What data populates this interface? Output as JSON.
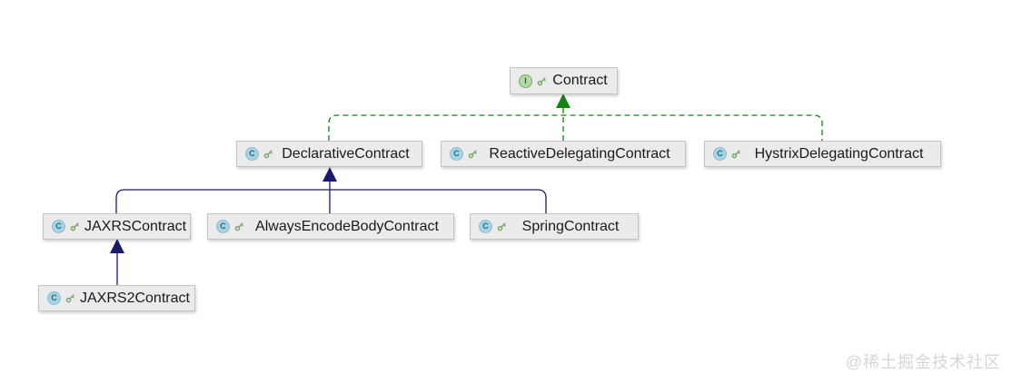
{
  "nodes": [
    {
      "id": "contract",
      "label": "Contract",
      "kind": "interface"
    },
    {
      "id": "declarative",
      "label": "DeclarativeContract",
      "kind": "class"
    },
    {
      "id": "reactive",
      "label": "ReactiveDelegatingContract",
      "kind": "class"
    },
    {
      "id": "hystrix",
      "label": "HystrixDelegatingContract",
      "kind": "class"
    },
    {
      "id": "jaxrs",
      "label": "JAXRSContract",
      "kind": "class"
    },
    {
      "id": "alwaysencode",
      "label": "AlwaysEncodeBodyContract",
      "kind": "class"
    },
    {
      "id": "spring",
      "label": "SpringContract",
      "kind": "class"
    },
    {
      "id": "jaxrs2",
      "label": "JAXRS2Contract",
      "kind": "class"
    }
  ],
  "edges": [
    {
      "from": "DeclarativeContract",
      "to": "Contract",
      "type": "realization"
    },
    {
      "from": "ReactiveDelegatingContract",
      "to": "Contract",
      "type": "realization"
    },
    {
      "from": "HystrixDelegatingContract",
      "to": "Contract",
      "type": "realization"
    },
    {
      "from": "JAXRSContract",
      "to": "DeclarativeContract",
      "type": "generalization"
    },
    {
      "from": "AlwaysEncodeBodyContract",
      "to": "DeclarativeContract",
      "type": "generalization"
    },
    {
      "from": "SpringContract",
      "to": "DeclarativeContract",
      "type": "generalization"
    },
    {
      "from": "JAXRS2Contract",
      "to": "JAXRSContract",
      "type": "generalization"
    }
  ],
  "icons": {
    "class_glyph": "C",
    "interface_glyph": "I",
    "key_icon": "visibility-key-icon"
  },
  "colors": {
    "realization_edge": "#128312",
    "generalization_edge": "#1a1a70",
    "node_fill": "#ebebeb",
    "node_border": "#c4c4c4",
    "class_icon_fill": "#a8d2e0",
    "class_icon_letter": "#1d6f93",
    "interface_icon_fill": "#b7d8a8",
    "interface_icon_letter": "#2f6d2f",
    "key_icon_color": "#7aa865"
  },
  "watermark": {
    "text": "@稀土掘金技术社区"
  }
}
